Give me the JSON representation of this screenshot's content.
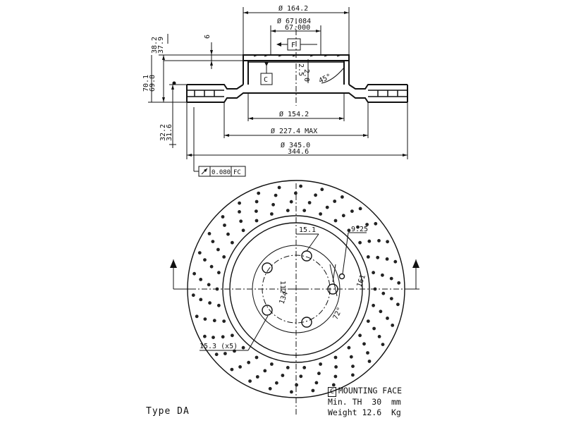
{
  "dims": {
    "d_hat_outer": "Ø 164.2",
    "d_bore_max": "Ø 67.084",
    "d_bore_min": "67.000",
    "ref_f": "F",
    "ref_c": "C",
    "h_total_max": "38.2",
    "h_total_min": "37.9",
    "h_six": "6",
    "h_disc_max": "70.1",
    "h_disc_min": "69.8",
    "hat_25": "2.5",
    "hat_20": "2.0",
    "angle_45": "45°",
    "d_1542": "Ø 154.2",
    "d_2274": "Ø 227.4 MAX",
    "d_outer_max": "Ø 345.0",
    "d_outer_min": "344.6",
    "th_max": "32.2",
    "th_min": "31.6",
    "runout_val": "0.080",
    "runout_ref": "FC"
  },
  "front": {
    "hole_dia": "15.1",
    "small_dia": "9.25",
    "pcd": "112",
    "pcd2": "134",
    "angle_72": "72°",
    "dist_161": "161",
    "bolt_note": "15.3 (x5)"
  },
  "notes": {
    "c_label": "C",
    "mounting_face": "MOUNTING FACE",
    "min_th": "Min. TH  30  mm",
    "weight": "Weight 12.6  Kg"
  },
  "type_label": "Type DA"
}
